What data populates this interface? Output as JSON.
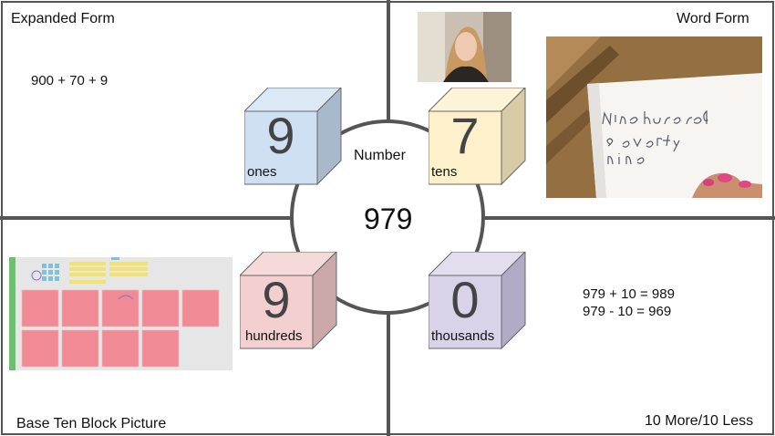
{
  "quadrants": {
    "top_left": {
      "title": "Expanded Form",
      "content": "900 + 70 + 9"
    },
    "top_right": {
      "title": "Word Form",
      "photo_text": [
        "Nine hundred",
        "seventy",
        "nine"
      ]
    },
    "bottom_left": {
      "title": "Base Ten Block Picture"
    },
    "bottom_right": {
      "title": "10 More/10 Less",
      "lines": [
        "979 + 10 = 989",
        "979 - 10 = 969"
      ]
    }
  },
  "center": {
    "label": "Number",
    "value": "979"
  },
  "cubes": [
    {
      "digit": "9",
      "place": "ones",
      "front": "#cfe0f3",
      "top": "#dbe8f6",
      "side": "#a9b9cb"
    },
    {
      "digit": "7",
      "place": "tens",
      "front": "#fdf1cb",
      "top": "#fdf3d6",
      "side": "#d7cca6"
    },
    {
      "digit": "9",
      "place": "hundreds",
      "front": "#f3cfcf",
      "top": "#f6d9d9",
      "side": "#cba9a9"
    },
    {
      "digit": "0",
      "place": "thousands",
      "front": "#d9d3ea",
      "top": "#e3deef",
      "side": "#b2abc6"
    }
  ],
  "colors": {
    "grid_line": "#555555",
    "hundred_flat": "#f08a94",
    "ten_rod": "#f5e26b",
    "unit_cube": "#7cc3d8"
  }
}
